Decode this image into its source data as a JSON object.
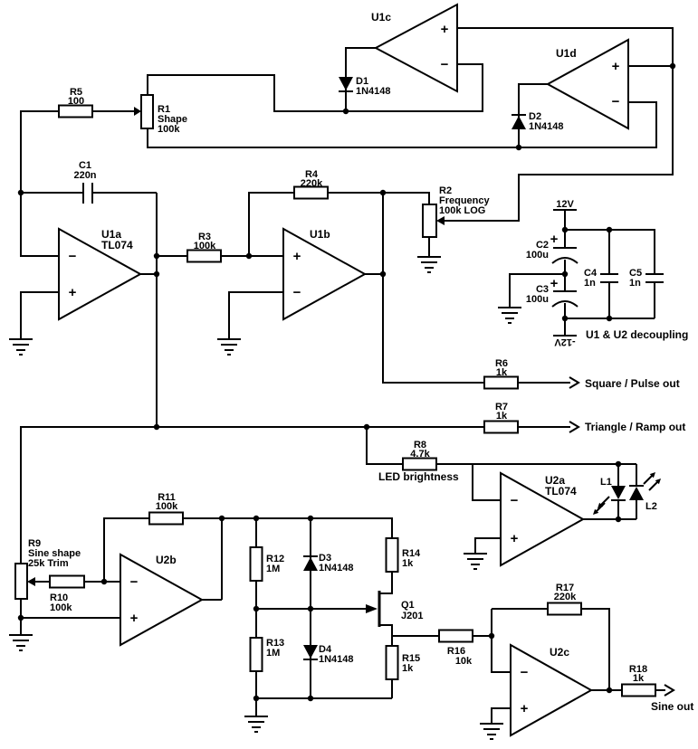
{
  "colors": {
    "ink": "#000000",
    "background": "#ffffff"
  },
  "schematic": {
    "opamps": {
      "u1a": {
        "ref": "U1a",
        "part": "TL074"
      },
      "u1b": {
        "ref": "U1b"
      },
      "u1c": {
        "ref": "U1c"
      },
      "u1d": {
        "ref": "U1d"
      },
      "u2a": {
        "ref": "U2a",
        "part": "TL074"
      },
      "u2b": {
        "ref": "U2b"
      },
      "u2c": {
        "ref": "U2c"
      }
    },
    "resistors": {
      "r1": {
        "ref": "R1",
        "name": "Shape",
        "value": "100k"
      },
      "r2": {
        "ref": "R2",
        "name": "Frequency",
        "value": "100k LOG"
      },
      "r3": {
        "ref": "R3",
        "value": "100k"
      },
      "r4": {
        "ref": "R4",
        "value": "220k"
      },
      "r5": {
        "ref": "R5",
        "value": "100"
      },
      "r6": {
        "ref": "R6",
        "value": "1k"
      },
      "r7": {
        "ref": "R7",
        "value": "1k"
      },
      "r8": {
        "ref": "R8",
        "value": "4.7k"
      },
      "r9": {
        "ref": "R9",
        "name": "Sine shape",
        "value": "25k Trim"
      },
      "r10": {
        "ref": "R10",
        "value": "100k"
      },
      "r11": {
        "ref": "R11",
        "value": "100k"
      },
      "r12": {
        "ref": "R12",
        "value": "1M"
      },
      "r13": {
        "ref": "R13",
        "value": "1M"
      },
      "r14": {
        "ref": "R14",
        "value": "1k"
      },
      "r15": {
        "ref": "R15",
        "value": "1k"
      },
      "r16": {
        "ref": "R16",
        "value": "10k"
      },
      "r17": {
        "ref": "R17",
        "value": "220k"
      },
      "r18": {
        "ref": "R18",
        "value": "1k"
      }
    },
    "capacitors": {
      "c1": {
        "ref": "C1",
        "value": "220n"
      },
      "c2": {
        "ref": "C2",
        "value": "100u"
      },
      "c3": {
        "ref": "C3",
        "value": "100u"
      },
      "c4": {
        "ref": "C4",
        "value": "1n"
      },
      "c5": {
        "ref": "C5",
        "value": "1n"
      }
    },
    "diodes": {
      "d1": {
        "ref": "D1",
        "value": "1N4148"
      },
      "d2": {
        "ref": "D2",
        "value": "1N4148"
      },
      "d3": {
        "ref": "D3",
        "value": "1N4148"
      },
      "d4": {
        "ref": "D4",
        "value": "1N4148"
      }
    },
    "leds": {
      "l1": {
        "ref": "L1"
      },
      "l2": {
        "ref": "L2"
      }
    },
    "transistor": {
      "q1": {
        "ref": "Q1",
        "value": "J201"
      }
    },
    "power": {
      "positive": "12V",
      "negative": "-12V",
      "note": "U1 & U2 decoupling"
    },
    "outputs": {
      "square": "Square / Pulse out",
      "triangle": "Triangle / Ramp out",
      "sine": "Sine out"
    },
    "annotations": {
      "led_brightness": "LED brightness"
    },
    "symbols": {
      "plus": "+",
      "minus": "−"
    }
  }
}
